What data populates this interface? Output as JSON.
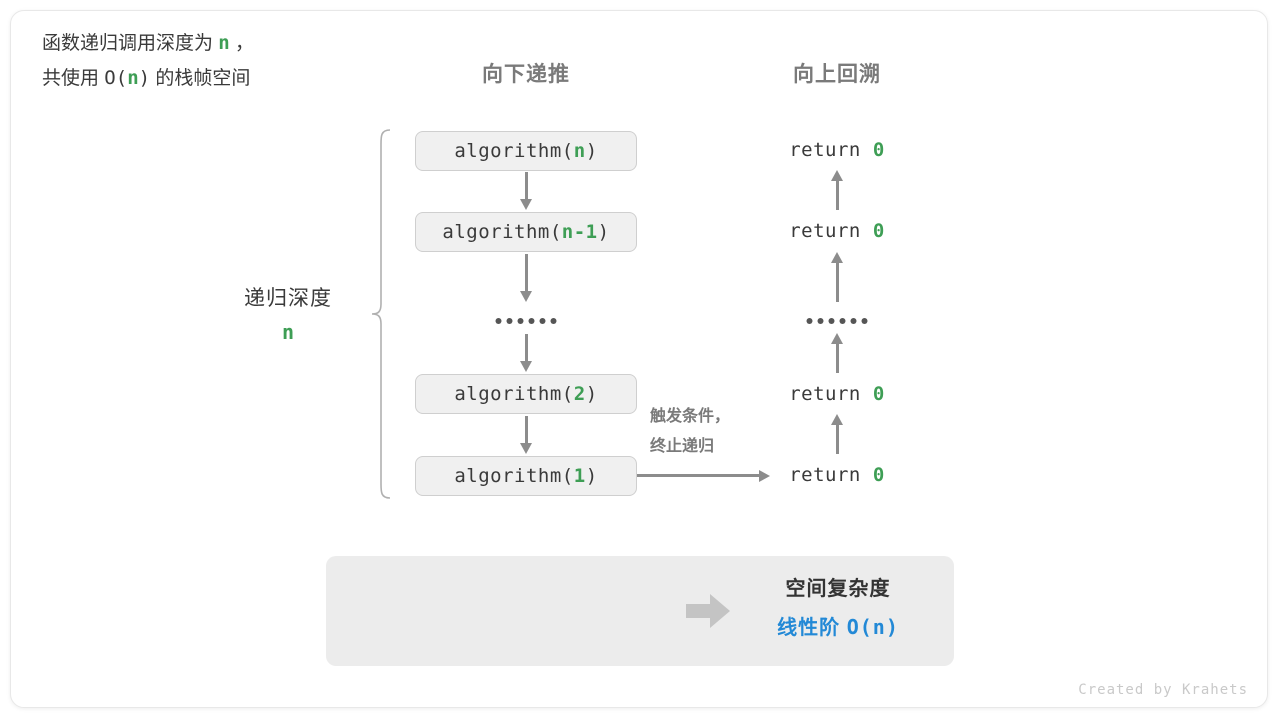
{
  "headers": {
    "down": "向下递推",
    "up": "向上回溯"
  },
  "call_stack": [
    {
      "prefix": "algorithm(",
      "arg": "n",
      "suffix": ")"
    },
    {
      "prefix": "algorithm(",
      "arg": "n-1",
      "suffix": ")"
    },
    {
      "prefix": "algorithm(",
      "arg": "2",
      "suffix": ")"
    },
    {
      "prefix": "algorithm(",
      "arg": "1",
      "suffix": ")"
    }
  ],
  "returns": [
    {
      "keyword": "return",
      "value": "0"
    },
    {
      "keyword": "return",
      "value": "0"
    },
    {
      "keyword": "return",
      "value": "0"
    },
    {
      "keyword": "return",
      "value": "0"
    }
  ],
  "ellipsis": "······",
  "depth": {
    "label": "递归深度",
    "value": "n"
  },
  "trigger_note": {
    "line1": "触发条件，",
    "line2": "终止递归"
  },
  "summary": {
    "line1_a": "函数递归调用深度为",
    "line1_n": "n",
    "line1_b": "，",
    "line2_a": "共使用",
    "line2_mono": "O(",
    "line2_n": "n",
    "line2_mono2": ")",
    "line2_b": "的栈帧空间",
    "result_title": "空间复杂度",
    "result_order": "线性阶",
    "result_big_o": "O(n)"
  },
  "credit": "Created by Krahets",
  "colors": {
    "accent_green": "#3e9e55",
    "accent_blue": "#2389d6",
    "arrow_gray": "#8c8c8c",
    "box_fill": "#f0f0f0",
    "panel_fill": "#ececec"
  }
}
